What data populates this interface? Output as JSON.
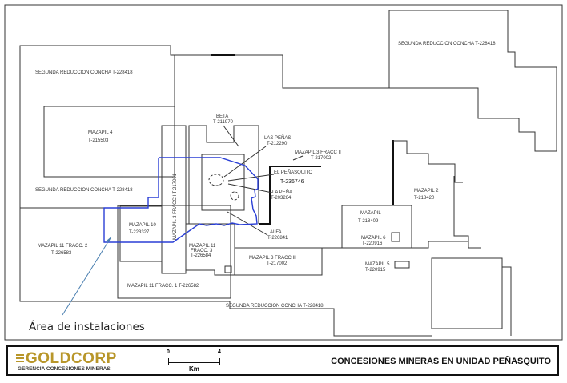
{
  "map": {
    "labels": {
      "src_top_left": "SEGUNDA REDUCCION CONCHA T-228418",
      "src_top_right": "SEGUNDA REDUCCION CONCHA T-228418",
      "src_mid_left": "SEGUNDA REDUCCION CONCHA T-228418",
      "src_bottom": "SEGUNDA REDUCCION CONCHA T-228418",
      "mazapil4_name": "MAZAPIL 4",
      "mazapil4_id": "T-215503",
      "mazapil11f2_name": "MAZAPIL 11 FRACC. 2",
      "mazapil11f2_id": "T-226583",
      "mazapil10_name": "MAZAPIL 10",
      "mazapil10_id": "T-223327",
      "mazapil3f1": "MAZAPIL 3 FRACC I T-217001",
      "mazapil11f3_name1": "MAZAPIL 11",
      "mazapil11f3_name2": "FRACC. 3",
      "mazapil11f3_id": "T-226584",
      "mazapil11f1": "MAZAPIL 11 FRACC. 1 T-226582",
      "mazapil3f2_low_name": "MAZAPIL 3  FRACC II",
      "mazapil3f2_low_id": "T-217002",
      "beta_name": "BETA",
      "beta_id": "T-211970",
      "laspenas_name": "LAS PEÑAS",
      "laspenas_id": "T-212290",
      "mazapil3f2_up_name": "MAZAPIL 3  FRACC II",
      "mazapil3f2_up_id": "T-217002",
      "elpenasquito_name": "EL PEÑASQUITO",
      "elpenasquito_id": "T-236746",
      "lapena_name": "LA PEÑA",
      "lapena_id": "T-203264",
      "alfa_name": "ALFA",
      "alfa_id": "T-226841",
      "mazapil_name": "MAZAPIL",
      "mazapil_id": "T-218409",
      "mazapil6_name": "MAZAPIL 6",
      "mazapil6_id": "T-220916",
      "mazapil5_name": "MAZAPIL 5",
      "mazapil5_id": "T-220915",
      "mazapil2_name": "MAZAPIL 2",
      "mazapil2_id": "T-218420"
    },
    "annotation": "Área de instalaciones",
    "colors": {
      "facility_outline": "#2a3fd6",
      "brand": "#b8962a"
    }
  },
  "footer": {
    "logo": "GOLDCORP",
    "subtitle": "GERENCIA CONCESIONES MINERAS",
    "scale_start": "0",
    "scale_end": "4",
    "scale_unit": "Km",
    "title": "CONCESIONES MINERAS EN UNIDAD PEÑASQUITO"
  }
}
